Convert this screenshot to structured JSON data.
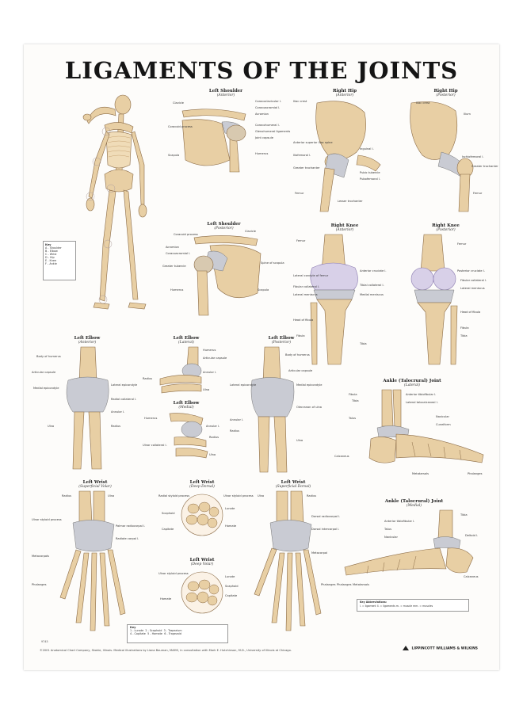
{
  "title": "LIGAMENTS OF THE JOINTS",
  "panels": {
    "shoulder_ant": {
      "title": "Left Shoulder",
      "sub": "(Anterior)",
      "labels": [
        "Clavicle",
        "Coracoclavicular l.",
        "Coracoacromial l.",
        "Acromion",
        "Coracoid process",
        "Coracohumeral l.",
        "Glenohumeral ligaments",
        "Joint capsule",
        "Humerus",
        "Scapula"
      ]
    },
    "hip_ant": {
      "title": "Right Hip",
      "sub": "(Anterior)",
      "labels": [
        "Iliac crest",
        "Anterior superior iliac spine",
        "Iliofemoral l.",
        "Pubofemoral l.",
        "Inguinal l.",
        "Pubic tubercle",
        "Femur",
        "Greater trochanter",
        "Lesser trochanter"
      ]
    },
    "hip_post": {
      "title": "Right Hip",
      "sub": "(Posterior)",
      "labels": [
        "Iliac crest",
        "Ilium",
        "Ischiofemoral l.",
        "Greater trochanter",
        "Femur"
      ]
    },
    "shoulder_post": {
      "title": "Left Shoulder",
      "sub": "(Posterior)",
      "labels": [
        "Coracoid process",
        "Clavicle",
        "Acromion",
        "Coracoacromial l.",
        "Spine of scapula",
        "Greater tubercle",
        "Humerus",
        "Scapula"
      ]
    },
    "knee_ant": {
      "title": "Right Knee",
      "sub": "(Anterior)",
      "labels": [
        "Femur",
        "Lateral condyle of femur",
        "Anterior cruciate l.",
        "Fibular collateral l.",
        "Lateral meniscus",
        "Head of fibula",
        "Fibula",
        "Medial meniscus",
        "Tibial collateral l.",
        "Tibia"
      ]
    },
    "knee_post": {
      "title": "Right Knee",
      "sub": "(Posterior)",
      "labels": [
        "Femur",
        "Posterior cruciate l.",
        "Fibular collateral l.",
        "Lateral meniscus",
        "Head of fibula",
        "Fibula",
        "Tibia"
      ]
    },
    "elbow_ant": {
      "title": "Left Elbow",
      "sub": "(Anterior)",
      "labels": [
        "Body of humerus",
        "Articular capsule",
        "Medial epicondyle",
        "Lateral epicondyle",
        "Radial collateral l.",
        "Annular l.",
        "Radius",
        "Ulna"
      ]
    },
    "elbow_lat": {
      "title": "Left Elbow",
      "sub": "(Lateral)",
      "labels": [
        "Humerus",
        "Articular capsule",
        "Radius",
        "Annular l.",
        "Ulna"
      ]
    },
    "elbow_med": {
      "title": "Left Elbow",
      "sub": "(Medial)",
      "labels": [
        "Humerus",
        "Annular l.",
        "Radius",
        "Ulnar collateral l.",
        "Ulna"
      ]
    },
    "elbow_post": {
      "title": "Left Elbow",
      "sub": "(Posterior)",
      "labels": [
        "Body of humerus",
        "Articular capsule",
        "Medial epicondyle",
        "Lateral epicondyle",
        "Olecranon of ulna",
        "Annular l.",
        "Radius",
        "Ulna"
      ]
    },
    "ankle_lat": {
      "title": "Ankle (Talocrural) Joint",
      "sub": "(Lateral)",
      "labels": [
        "Fibula",
        "Tibia",
        "Anterior tibiofibular l.",
        "Lateral talocalcaneal l.",
        "Talus",
        "Navicular",
        "Cuneiform",
        "Metatarsals",
        "Calcaneus",
        "Phalanges"
      ]
    },
    "wrist_volar": {
      "title": "Left Wrist",
      "sub": "(Superficial Volar)",
      "labels": [
        "Radius",
        "Ulna",
        "Ulnar styloid process",
        "Palmar radiocarpal l.",
        "Radiate carpal l.",
        "Metacarpals",
        "Phalanges"
      ]
    },
    "wrist_deep_dorsal": {
      "title": "Left Wrist",
      "sub": "(Deep Dorsal)",
      "labels": [
        "Radial styloid process",
        "Ulnar styloid process",
        "Scaphoid",
        "Lunate",
        "Capitate",
        "Hamate"
      ]
    },
    "wrist_deep_volar": {
      "title": "Left Wrist",
      "sub": "(Deep Volar)",
      "labels": [
        "Ulnar styloid process",
        "Lunate",
        "Scaphoid",
        "Capitate",
        "Hamate"
      ]
    },
    "wrist_dorsal": {
      "title": "Left Wrist",
      "sub": "(Superficial Dorsal)",
      "labels": [
        "Ulna",
        "Radius",
        "Dorsal radiocarpal l.",
        "Dorsal intercarpal l.",
        "Metacarpal",
        "Phalanges"
      ]
    },
    "ankle_med": {
      "title": "Ankle (Talocrural) Joint",
      "sub": "(Medial)",
      "labels": [
        "Tibia",
        "Anterior tibiofibular l.",
        "Deltoid l.",
        "Talus",
        "Navicular",
        "Metatarsals",
        "Calcaneus",
        "Phalanges"
      ]
    }
  },
  "body_key": {
    "title": "Key",
    "items": [
      "A - Shoulder",
      "B - Elbow",
      "C - Wrist",
      "D - Hip",
      "E - Knee",
      "F - Ankle"
    ]
  },
  "bone_key": {
    "title": "Key",
    "items": [
      "1 - Lunate",
      "2 - Scaphoid",
      "3 - Trapezium",
      "4 - Capitate",
      "5 - Hamate",
      "6 - Trapezoid"
    ]
  },
  "key_abbrev": {
    "title": "Key Abbreviations:",
    "text": "l. = ligament   ll. = ligaments   m. = muscle   mm. = muscles"
  },
  "code": "9745",
  "footer": "©2001 Anatomical Chart Company, Skokie, Illinois. Medical illustrations by Liana Bauman, MAMS, in consultation with Mark E. Hutchinson, M.D., University of Illinois at Chicago.",
  "publisher": "LIPPINCOTT WILLIAMS & WILKINS",
  "colors": {
    "bone": "#e8cfa4",
    "bone_shade": "#c9a676",
    "ligament": "#c9cbd3",
    "cartilage": "#d8d0e8",
    "outline": "#8a6a45"
  }
}
